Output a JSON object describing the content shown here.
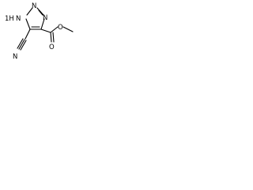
{
  "molecule": {
    "atoms": {
      "n1": "N",
      "n1_h": "1H",
      "n2": "N",
      "n3": "N",
      "o_carbonyl": "O",
      "o_ester": "O",
      "n_nitrile": "N"
    },
    "colors": {
      "ink": "#000000",
      "background": "#ffffff"
    }
  }
}
